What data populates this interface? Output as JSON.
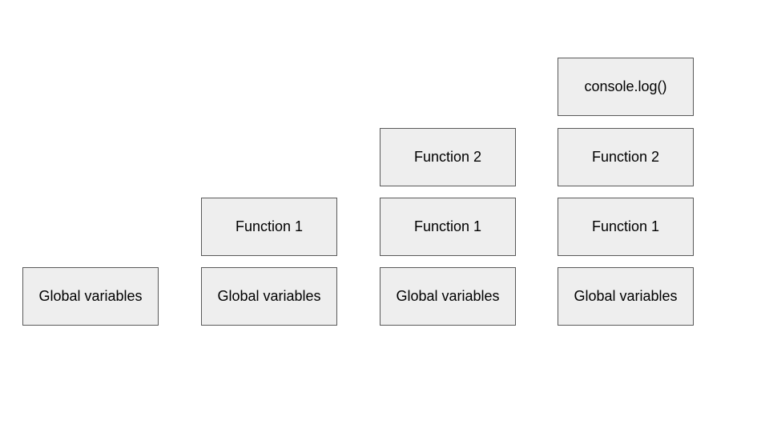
{
  "stacks": [
    {
      "frames": [
        "Global variables"
      ]
    },
    {
      "frames": [
        "Global variables",
        "Function 1"
      ]
    },
    {
      "frames": [
        "Global variables",
        "Function 1",
        "Function 2"
      ]
    },
    {
      "frames": [
        "Global variables",
        "Function 1",
        "Function 2",
        "console.log()"
      ]
    }
  ],
  "colors": {
    "box_fill": "#eeeeee",
    "box_border": "#595959",
    "text": "#000000",
    "background": "#ffffff"
  }
}
